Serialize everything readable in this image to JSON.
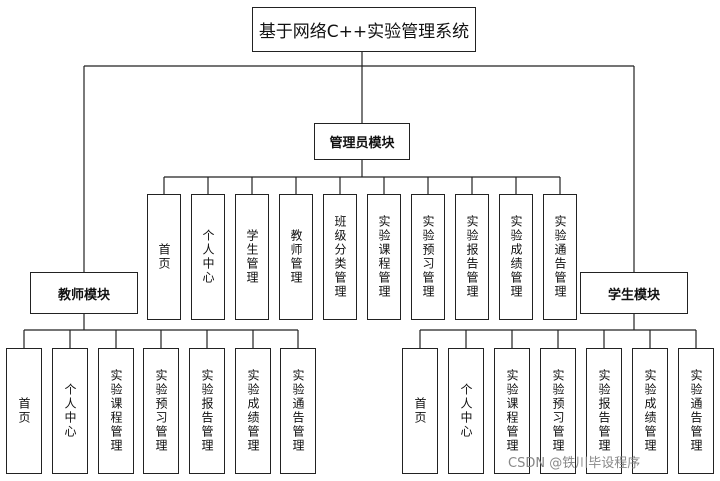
{
  "title": "基于网络C++实验管理系统",
  "admin": {
    "label": "管理员模块",
    "children": [
      "首页",
      "个人中心",
      "学生管理",
      "教师管理",
      "班级分类管理",
      "实验课程管理",
      "实验预习管理",
      "实验报告管理",
      "实验成绩管理",
      "实验通告管理"
    ]
  },
  "teacher": {
    "label": "教师模块",
    "children": [
      "首页",
      "个人中心",
      "实验课程管理",
      "实验预习管理",
      "实验报告管理",
      "实验成绩管理",
      "实验通告管理"
    ]
  },
  "student": {
    "label": "学生模块",
    "children": [
      "首页",
      "个人中心",
      "实验课程管理",
      "实验预习管理",
      "实验报告管理",
      "实验成绩管理",
      "实验通告管理"
    ]
  },
  "watermark": "CSDN @铁川毕设程序"
}
